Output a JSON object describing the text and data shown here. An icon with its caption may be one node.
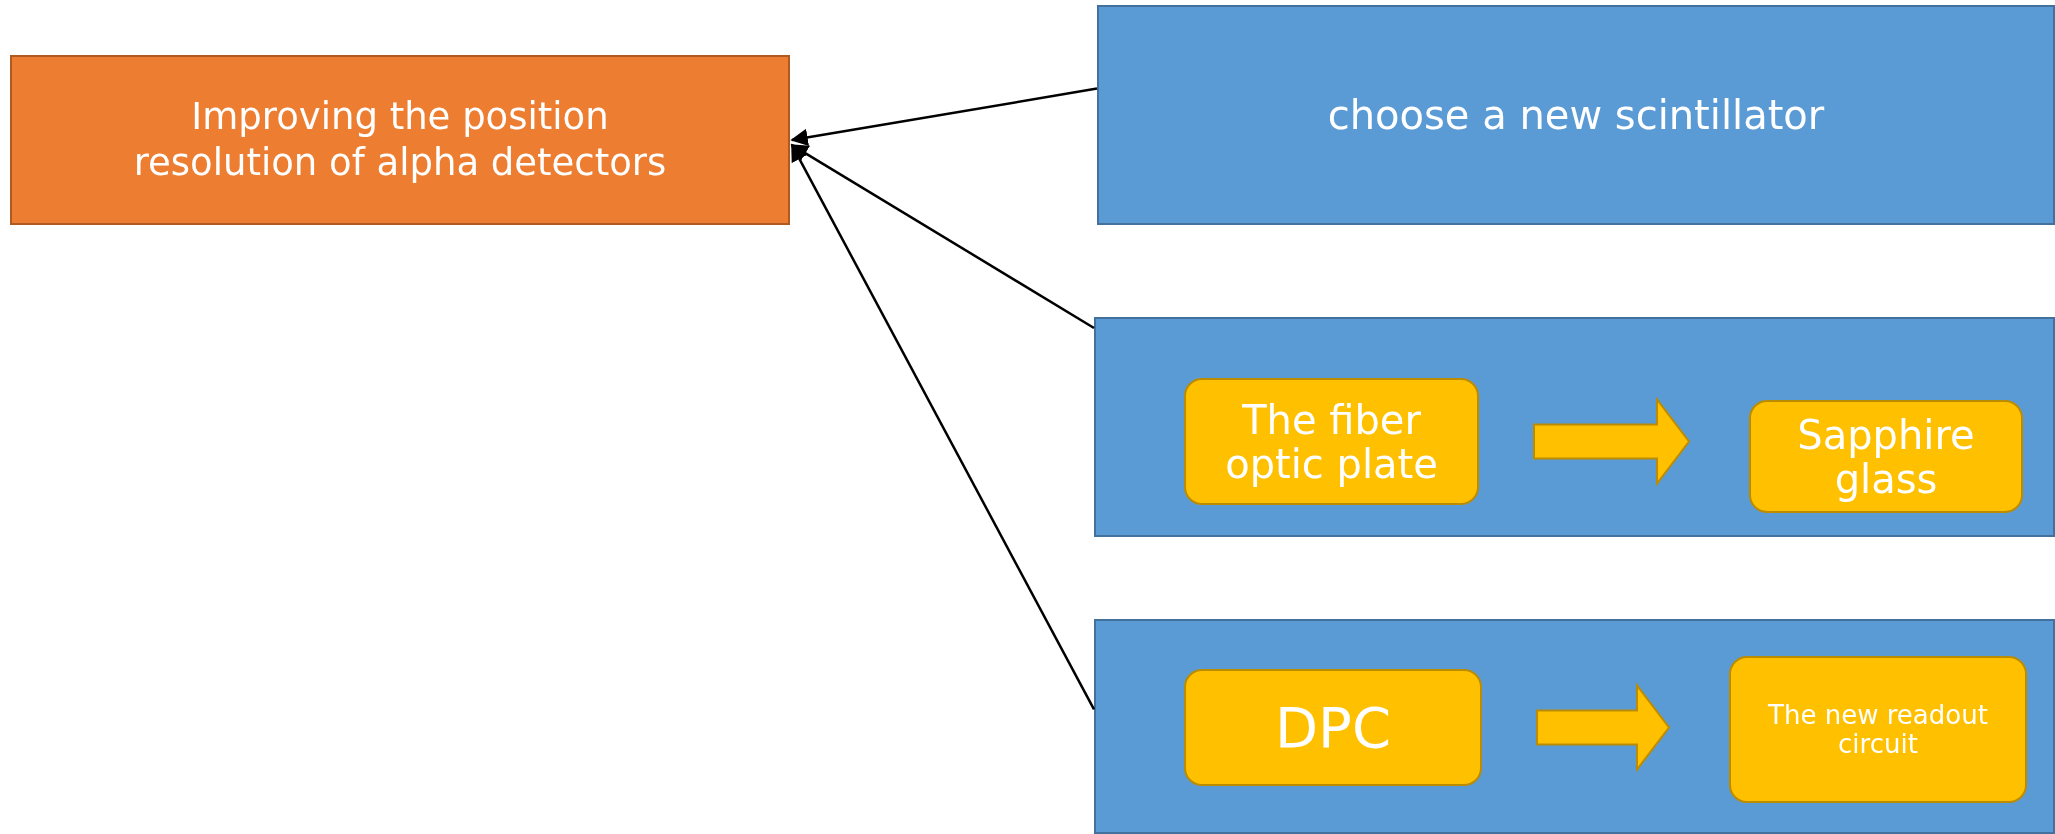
{
  "diagram": {
    "nodes": [
      {
        "text": [
          "Improving the position resolution of alpha detectors"
        ]
      },
      {
        "text": [
          "choose a new scintillator"
        ]
      },
      {
        "text": [],
        "shape": "box"
      },
      {
        "text": [
          "The fiber optic plate"
        ],
        "in": 2
      },
      {
        "text": [
          "Sapphire glass"
        ],
        "in": 2
      },
      {
        "text": [],
        "shape": "box"
      },
      {
        "text": [
          "DPC"
        ],
        "in": 5
      },
      {
        "text": [
          "The new readout circuit"
        ],
        "in": 5
      }
    ],
    "edges": [
      {
        "from": 1,
        "to": 0,
        "arrow": "to"
      },
      {
        "from": 2,
        "to": 0,
        "arrow": "to"
      },
      {
        "from": 5,
        "to": 0,
        "arrow": "to"
      },
      {
        "from": 3,
        "to": 4,
        "arrow": "to",
        "style": "thick"
      },
      {
        "from": 6,
        "to": 7,
        "arrow": "to",
        "style": "thick"
      }
    ]
  }
}
